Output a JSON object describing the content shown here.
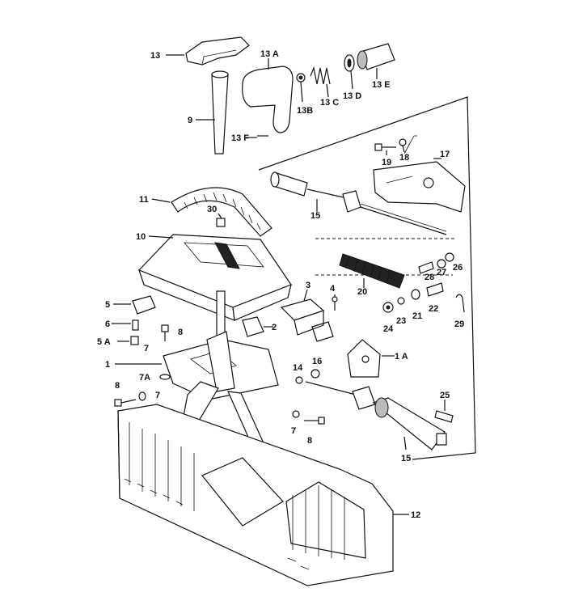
{
  "labels": {
    "l13": "13",
    "l13A": "13 A",
    "l13B": "13B",
    "l13C": "13 C",
    "l13D": "13 D",
    "l13E": "13 E",
    "l13F": "13 F",
    "l9": "9",
    "l19": "19",
    "l18": "18",
    "l17": "17",
    "l11": "11",
    "l15a": "15",
    "l30": "30",
    "l10": "10",
    "l28": "28",
    "l26": "26",
    "l27": "27",
    "l20": "20",
    "l3": "3",
    "l4": "4",
    "l5": "5",
    "l22": "22",
    "l21": "21",
    "l23": "23",
    "l24": "24",
    "l29": "29",
    "l6": "6",
    "l8a": "8",
    "l2": "2",
    "l5A": "5 A",
    "l7a": "7",
    "l1": "1",
    "l1A": "1 A",
    "l14": "14",
    "l16": "16",
    "l7A": "7A",
    "l8b": "8",
    "l7b": "7",
    "l25": "25",
    "l7c": "7",
    "l8c": "8",
    "l15b": "15",
    "l12": "12"
  },
  "colors": {
    "ink": "#111111",
    "paper": "#ffffff"
  }
}
